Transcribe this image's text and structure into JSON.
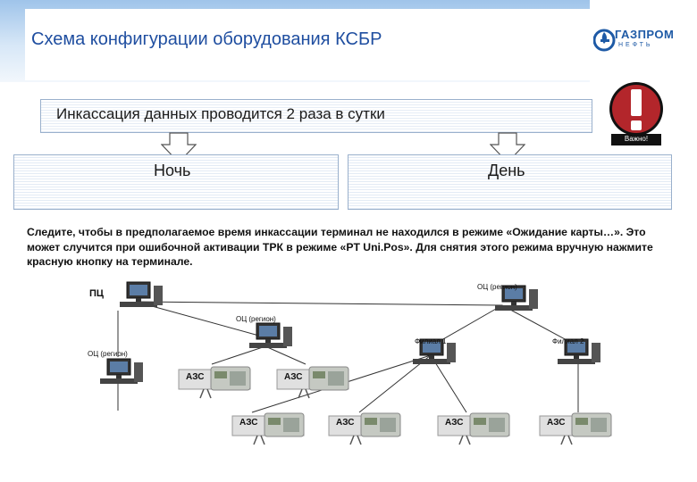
{
  "header": {
    "title": "Схема конфигурации оборудования КСБР",
    "logo_text": "ГАЗПРОМ",
    "logo_subtext": "НЕФТЬ"
  },
  "info": {
    "text": "Инкассация данных проводится 2 раза в сутки"
  },
  "periods": {
    "night": "Ночь",
    "day": "День"
  },
  "warning": {
    "caption": "Важно!"
  },
  "note": {
    "text": "Следите, чтобы в предполагаемое время инкассации терминал не находился в режиме «Ожидание карты…». Это может случится при ошибочной активации ТРК  в режиме «PT Uni.Pos». Для снятия этого режима вручную нажмите красную кнопку на терминале."
  },
  "diagram": {
    "pc_label": "ПЦ",
    "oc_region_top": "ОЦ (регион)",
    "oc_region_mid": "ОЦ (регион)",
    "oc_region_left": "ОЦ (регион)",
    "branch1": "Филиал 1",
    "branch2": "Филиал 2",
    "station_label": "АЗС"
  }
}
